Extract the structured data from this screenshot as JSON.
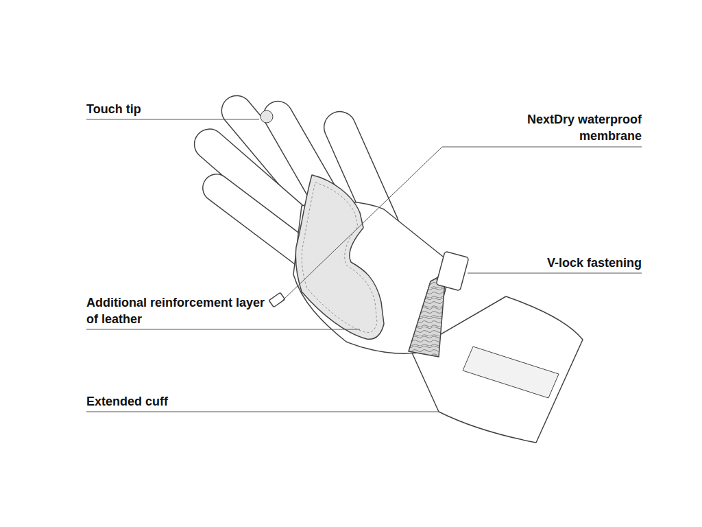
{
  "diagram": {
    "labels": [
      "Touch tip",
      "NextDry waterproof membrane",
      "V-lock fastening",
      "Additional reinforcement layer of leather",
      "Extended cuff"
    ]
  }
}
